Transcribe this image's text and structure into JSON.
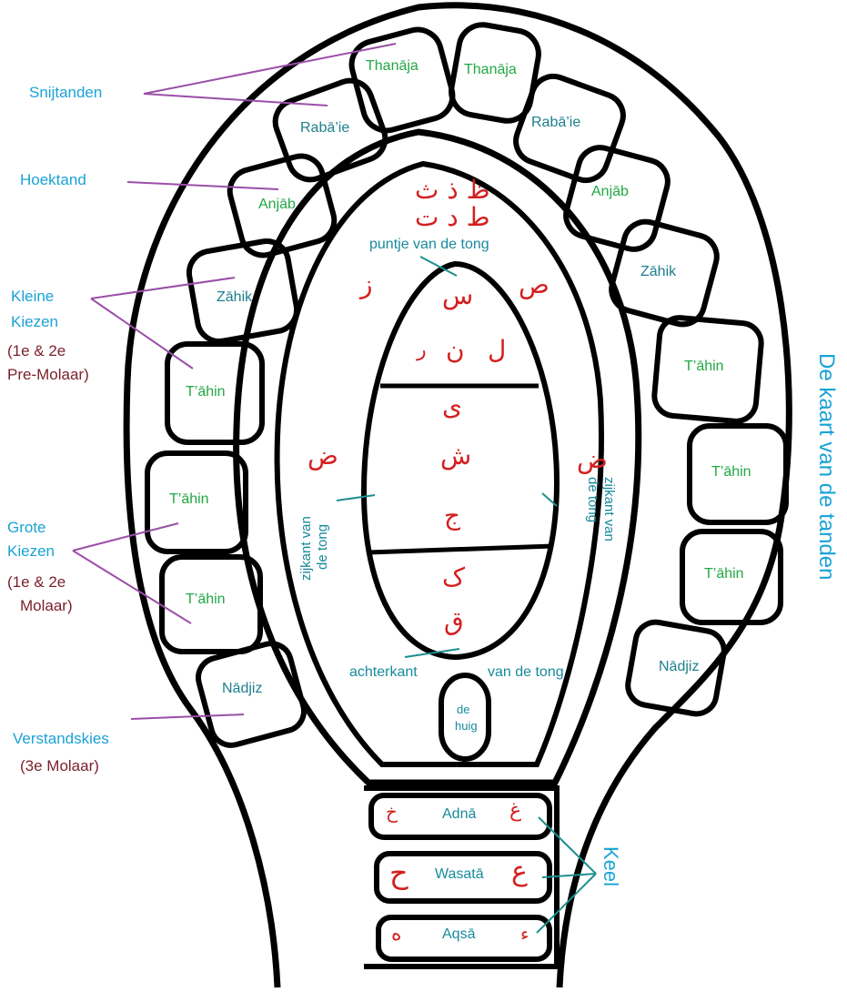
{
  "title": "De kaart van de tanden",
  "side_labels": {
    "incisors": "Snijtanden",
    "canine": "Hoektand",
    "small_molars": "Kleine",
    "small_molars_2": "Kiezen",
    "small_molars_note_1": "(1e  & 2e",
    "small_molars_note_2": "Pre-Molaar)",
    "large_molars": "Grote",
    "large_molars_2": "Kiezen",
    "large_molars_note_1": "(1e  & 2e",
    "large_molars_note_2": "Molaar)",
    "wisdom": "Verstandskies",
    "wisdom_note": "(3e Molaar)"
  },
  "teeth": {
    "thanaja_left": "Thanāja",
    "thanaja_right": "Thanāja",
    "rabaie_left": "Rabā’ie",
    "rabaie_right": "Rabā’ie",
    "anjab_left": "Anjāb",
    "anjab_right": "Anjāb",
    "zahik_left": "Zāhik",
    "zahik_right": "Zāhik",
    "tahin_left_1": "T’āhin",
    "tahin_left_2": "T’āhin",
    "tahin_left_3": "T’āhin",
    "tahin_right_1": "T’āhin",
    "tahin_right_2": "T’āhin",
    "tahin_right_3": "T’āhin",
    "nadjiz_left": "Nādjiz",
    "nadjiz_right": "Nādjiz"
  },
  "tongue": {
    "tip": "puntje van de tong",
    "side_left_1": "zijkant van",
    "side_left_2": "de tong",
    "side_right_1": "zijkant van",
    "side_right_2": "de tong",
    "back_1": "achterkant",
    "back_2": "van de tong",
    "uvula_1": "de",
    "uvula_2": "huig"
  },
  "letters": {
    "top_row_1": "ظ ذ ث",
    "top_row_2": "ط د ت",
    "zay": "ز",
    "sin": "س",
    "sad": "ص",
    "ra": "ر",
    "nun": "ن",
    "lam": "ل",
    "ya": "ى",
    "shin": "ش",
    "jim": "ج",
    "dad_left": "ض",
    "dad_right": "ض",
    "kaf": "ک",
    "qaf": "ق",
    "kha": "خ",
    "ghayn": "غ",
    "ha": "ح",
    "ayn": "ع",
    "ha_end": "ه",
    "hamza": "ء"
  },
  "throat": {
    "label": "Keel",
    "adna": "Adnā",
    "wasata": "Wasatā",
    "aqsa": "Aqsā"
  },
  "colors": {
    "outline": "#000000",
    "pointer_purple": "#9b4fa8",
    "pointer_teal": "#1d8f8f",
    "tooth_green": "#22a844",
    "label_blue": "#1aa3d6",
    "label_maroon": "#7a1f2c",
    "arabic_red": "#d41f1f"
  }
}
